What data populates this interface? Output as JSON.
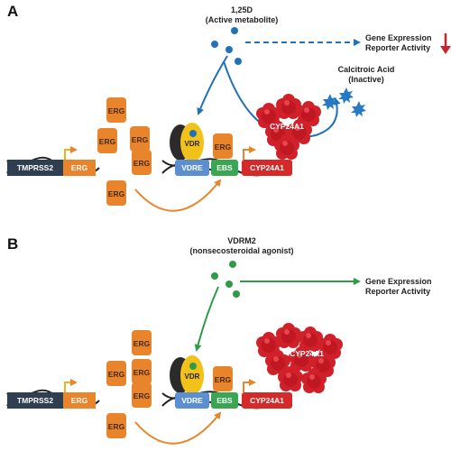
{
  "panels": [
    {
      "label": "A",
      "ligand_name": "1,25D",
      "ligand_desc": "(Active metabolite)",
      "output_line1": "Gene Expression",
      "output_line2": "Reporter Activity",
      "output_trend": "down",
      "metabolite_line1": "Calcitroic Acid",
      "metabolite_line2": "(Inactive)",
      "enzyme_cluster_label": "CYP24A1",
      "gene1": "TMPRSS2",
      "gene2": "ERG",
      "erg_label": "ERG",
      "vdr_label": "VDR",
      "vdre_label": "VDRE",
      "ebs_label": "EBS",
      "target_gene": "CYP24A1",
      "ligand_color": "#1f72b8"
    },
    {
      "label": "B",
      "ligand_name": "VDRM2",
      "ligand_desc": "(nonsecosteroidal agonist)",
      "output_line1": "Gene Expression",
      "output_line2": "Reporter Activity",
      "enzyme_cluster_label": "CYP24A1",
      "gene1": "TMPRSS2",
      "gene2": "ERG",
      "erg_label": "ERG",
      "vdr_label": "VDR",
      "vdre_label": "VDRE",
      "ebs_label": "EBS",
      "target_gene": "CYP24A1",
      "ligand_color": "#2e9b48"
    }
  ],
  "colors": {
    "erg": "#e8852c",
    "tmprss2": "#2f3e50",
    "vdre": "#5b8fd0",
    "ebs": "#3aa552",
    "cyp24a1_gene": "#d42a2a",
    "enzyme": "#d0202a",
    "vdr": "#f2c21a",
    "rxr": "#2b2b2b",
    "promoter_arrow_1": "#f0b21a",
    "promoter_arrow_2": "#e8852c",
    "down_arrow": "#d0202a"
  }
}
